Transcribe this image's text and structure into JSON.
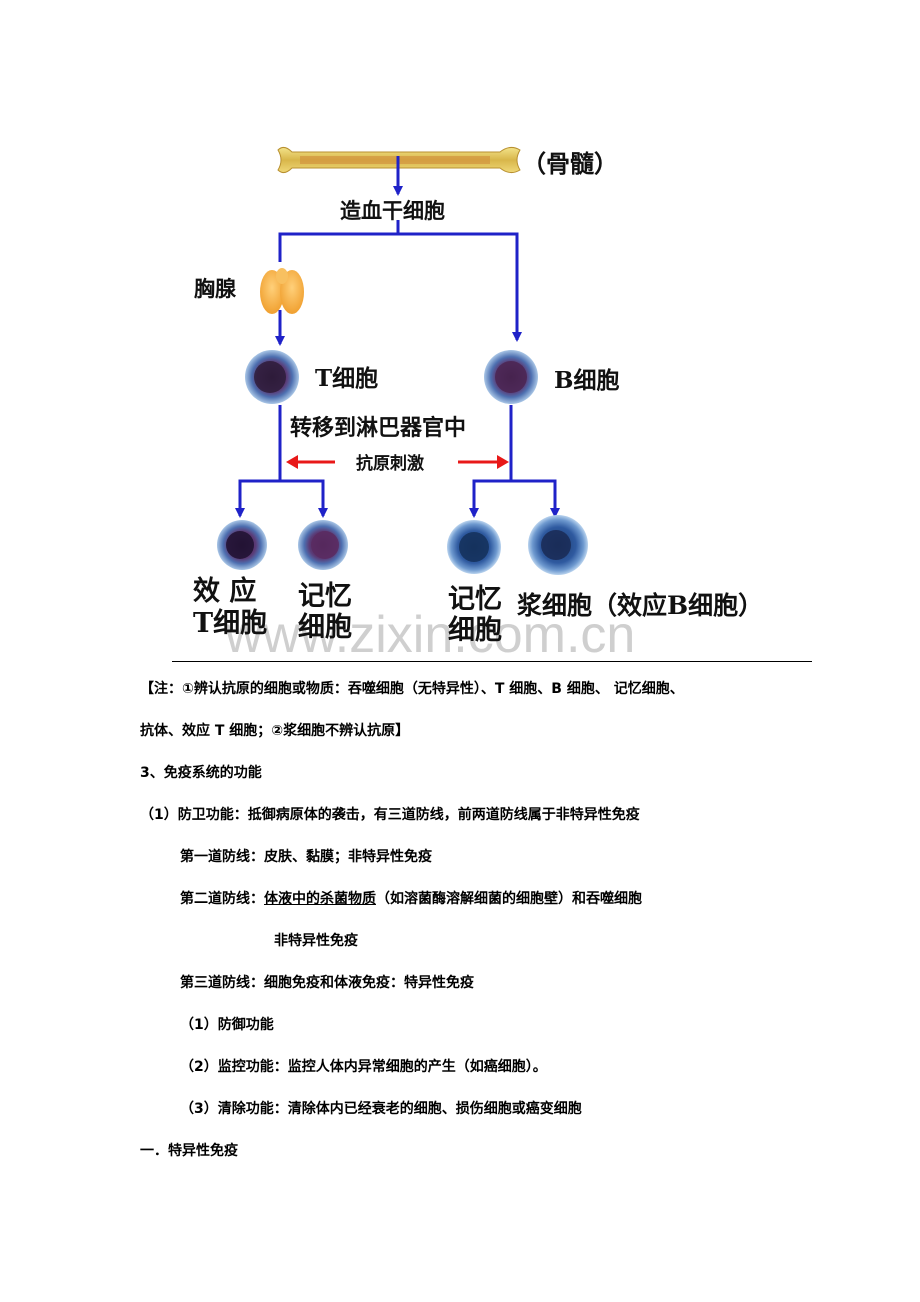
{
  "diagram": {
    "bone_marrow_label": "（骨髓）",
    "stem_cell_label": "造血干细胞",
    "thymus_label": "胸腺",
    "t_cell_label": "T细胞",
    "b_cell_label": "B细胞",
    "transfer_label": "转移到淋巴器官中",
    "antigen_label": "抗原刺激",
    "effector_t_line1": "效 应",
    "effector_t_line2": "T细胞",
    "memory_t_line1": "记忆",
    "memory_t_line2": "细胞",
    "memory_b_line1": "记忆",
    "memory_b_line2": "细胞",
    "plasma_label": "浆细胞（效应B细胞）",
    "watermark": "www.zixin.com.cn"
  },
  "text": {
    "note_line1": "【注：①辨认抗原的细胞或物质：吞噬细胞（无特异性）、T 细胞、B 细胞、 记忆细胞、",
    "note_line2": "抗体、效应 T 细胞；②浆细胞不辨认抗原】",
    "section3": "3、免疫系统的功能",
    "item1": "（1）防卫功能：抵御病原体的袭击，有三道防线，前两道防线属于非特异性免疫",
    "first_line": "第一道防线：皮肤、黏膜；非特异性免疫",
    "second_line_prefix": "第二道防线：",
    "second_line_underlined": "体液中的杀菌物质",
    "second_line_suffix": "（如溶菌酶溶解细菌的细胞壁）和吞噬细胞",
    "second_line_cont": "非特异性免疫",
    "third_line": "第三道防线：细胞免疫和体液免疫：特异性免疫",
    "sub1": "（1）防御功能",
    "sub2": "（2）监控功能：监控人体内异常细胞的产生（如癌细胞）。",
    "sub3": "（3）清除功能：清除体内已经衰老的细胞、损伤细胞或癌变细胞",
    "heading_one": "一．特异性免疫"
  }
}
